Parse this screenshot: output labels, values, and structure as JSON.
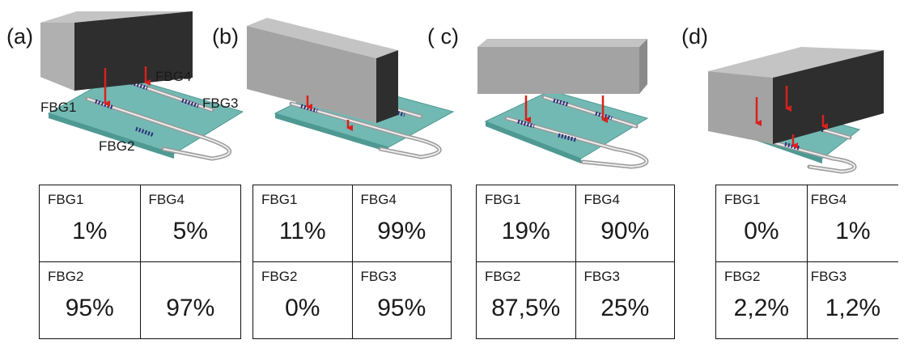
{
  "panels": [
    {
      "label": "(a)",
      "cells": [
        {
          "name": "FBG1",
          "value": "1%"
        },
        {
          "name": "FBG4",
          "value": "5%"
        },
        {
          "name": "FBG2",
          "value": "95%"
        },
        {
          "name": "",
          "value": "97%"
        }
      ]
    },
    {
      "label": "(b)",
      "cells": [
        {
          "name": "FBG1",
          "value": "11%"
        },
        {
          "name": "FBG4",
          "value": "99%"
        },
        {
          "name": "FBG2",
          "value": "0%"
        },
        {
          "name": "FBG3",
          "value": "95%"
        }
      ]
    },
    {
      "label": "( c)",
      "cells": [
        {
          "name": "FBG1",
          "value": "19%"
        },
        {
          "name": "FBG4",
          "value": "90%"
        },
        {
          "name": "FBG2",
          "value": "87,5%"
        },
        {
          "name": "FBG3",
          "value": "25%"
        }
      ]
    },
    {
      "label": "(d)",
      "cells": [
        {
          "name": "FBG1",
          "value": "0%"
        },
        {
          "name": "FBG4",
          "value": "1%"
        },
        {
          "name": "FBG2",
          "value": "2,2%"
        },
        {
          "name": "FBG3",
          "value": "1,2%"
        }
      ]
    }
  ],
  "scene_labels": {
    "fbg1": "FBG1",
    "fbg2": "FBG2",
    "fbg3": "FBG3",
    "fbg4": "FBG4"
  },
  "colors": {
    "plate": "#72b9b3",
    "plate_edge": "#4f9993",
    "block_top": "#b5b5b5",
    "block_front": "#9e9e9e",
    "block_side": "#2e2e2e",
    "arrow": "#d9211c",
    "grating": "#2a2f7a"
  }
}
